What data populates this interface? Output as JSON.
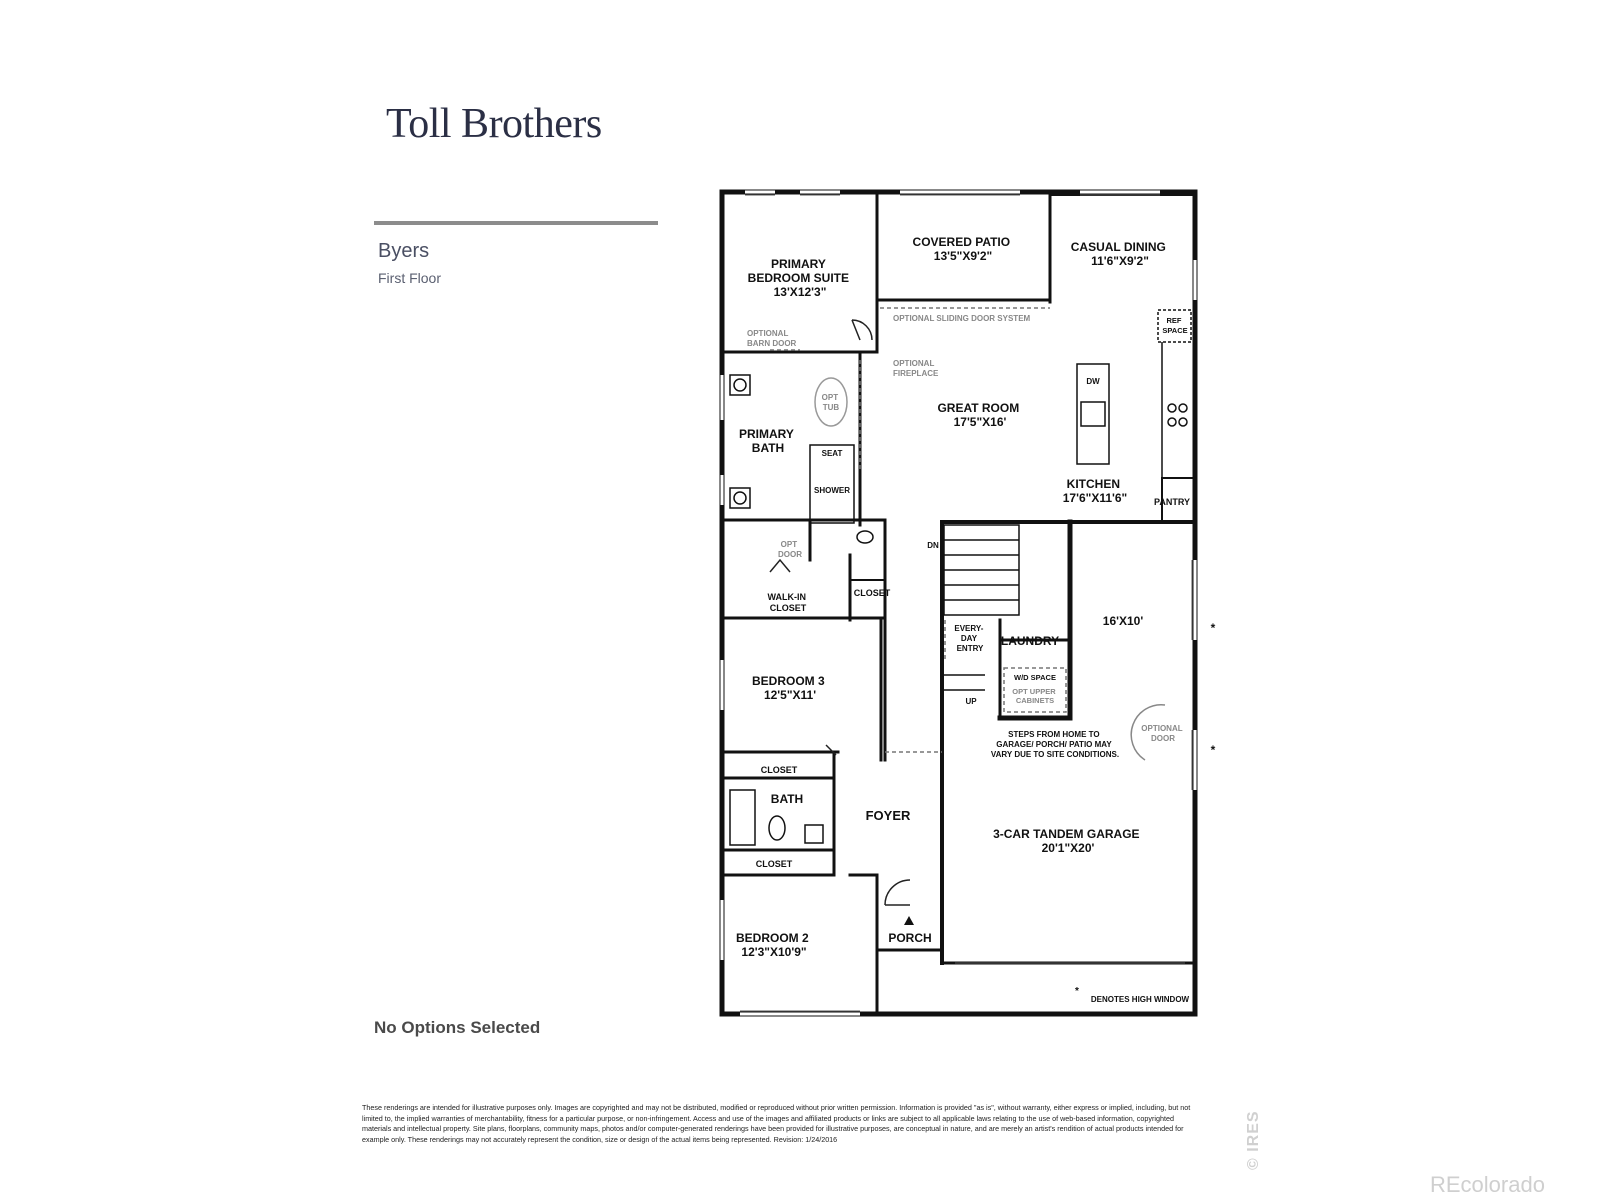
{
  "brand": "Toll Brothers",
  "plan": {
    "name": "Byers",
    "floor": "First Floor"
  },
  "options_status": "No Options Selected",
  "rooms": {
    "primary_bedroom": [
      "PRIMARY",
      "BEDROOM SUITE",
      "13'X12'3\""
    ],
    "covered_patio": [
      "COVERED PATIO",
      "13'5\"X9'2\""
    ],
    "casual_dining": [
      "CASUAL DINING",
      "11'6\"X9'2\""
    ],
    "great_room": [
      "GREAT ROOM",
      "17'5\"X16'"
    ],
    "kitchen": [
      "KITCHEN",
      "17'6\"X11'6\""
    ],
    "primary_bath": [
      "PRIMARY",
      "BATH"
    ],
    "walkin_closet": [
      "WALK-IN",
      "CLOSET"
    ],
    "bedroom3": [
      "BEDROOM 3",
      "12'5\"X11'"
    ],
    "bath": "BATH",
    "foyer": "FOYER",
    "bedroom2": [
      "BEDROOM 2",
      "12'3\"X10'9\""
    ],
    "porch": "PORCH",
    "laundry": "LAUNDRY",
    "everyday_entry": [
      "EVERY-",
      "DAY",
      "ENTRY"
    ],
    "garage": [
      "3-CAR TANDEM GARAGE",
      "20'1\"X20'"
    ],
    "tandem_bay": "16'X10'",
    "pantry": "PANTRY",
    "closet": "CLOSET"
  },
  "fixtures": {
    "ref_space": [
      "REF",
      "SPACE"
    ],
    "dw": "DW",
    "opt_tub": [
      "OPT",
      "TUB"
    ],
    "seat": "SEAT",
    "shower": "SHOWER",
    "wd_space": "W/D SPACE",
    "opt_upper_cabinets": [
      "OPT UPPER",
      "CABINETS"
    ],
    "dn": "DN",
    "up": "UP"
  },
  "notes": {
    "optional_barn_door": [
      "OPTIONAL",
      "BARN DOOR"
    ],
    "optional_sliding_door": "OPTIONAL SLIDING DOOR SYSTEM",
    "optional_fireplace": [
      "OPTIONAL",
      "FIREPLACE"
    ],
    "opt_door": [
      "OPT",
      "DOOR"
    ],
    "optional_door": [
      "OPTIONAL",
      "DOOR"
    ],
    "steps_note": [
      "STEPS FROM HOME TO",
      "GARAGE/ PORCH/ PATIO MAY",
      "VARY DUE TO SITE CONDITIONS."
    ],
    "high_window": "DENOTES HIGH WINDOW",
    "asterisk": "*"
  },
  "disclaimer": "These renderings are intended for illustrative purposes only. Images are copyrighted and may not be distributed, modified or reproduced without prior written permission. Information is provided \"as is\", without warranty, either express or implied, including, but not limited to, the implied warranties of merchantability, fitness for a particular purpose, or non-infringement. Access and use of the images and affiliated products or links are subject to all applicable laws relating to the use of web-based information, copyrighted materials and intellectual property. Site plans, floorplans, community maps, photos and/or computer-generated renderings have been provided for illustrative purposes, are conceptual in nature, and are merely an artist's rendition of actual products intended for example only. These renderings may not accurately represent the condition, size or design of the actual items being represented. Revision: 1/24/2016",
  "watermarks": {
    "ires": "© IRES",
    "recolorado": "REcolorado"
  }
}
